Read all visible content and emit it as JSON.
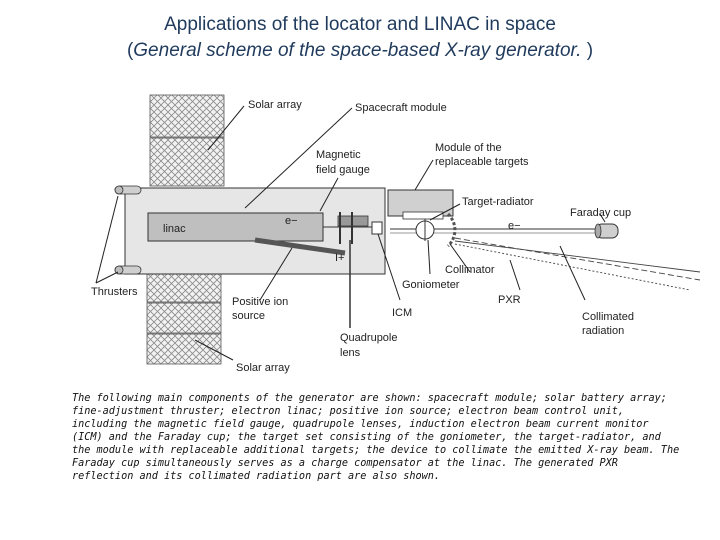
{
  "title": {
    "line1": "Applications of the locator and LINAC in space",
    "line2_open": "(",
    "line2_italic": "General scheme of the space-based X-ray generator.",
    "line2_close": " )"
  },
  "labels": {
    "solar_array_top": "Solar array",
    "spacecraft_module": "Spacecraft module",
    "magnetic_field_gauge_1": "Magnetic",
    "magnetic_field_gauge_2": "field gauge",
    "targets_module_1": "Module of the",
    "targets_module_2": "replaceable targets",
    "target_radiator": "Target-radiator",
    "faraday_cup": "Faraday cup",
    "linac": "linac",
    "electron_left": "e−",
    "electron_right": "e−",
    "ion": "I+",
    "collimator": "Collimator",
    "goniometer": "Goniometer",
    "thrusters": "Thrusters",
    "pxr": "PXR",
    "positive_ion_source_1": "Positive ion",
    "positive_ion_source_2": "source",
    "icm": "ICM",
    "collimated_radiation_1": "Collimated",
    "collimated_radiation_2": "radiation",
    "quadrupole_lens_1": "Quadrupole",
    "quadrupole_lens_2": "lens",
    "solar_array_bottom": "Solar array"
  },
  "caption": "The following main components of the generator are shown: spacecraft module; solar battery array; fine-adjustment thruster; electron linac; positive ion source; electron beam control unit, including the magnetic field gauge, quadrupole lenses, induction electron beam current monitor (ICM) and the Faraday cup; the target set consisting of the goniometer, the target-radiator, and the module with replaceable additional targets; the device to collimate the emitted X-ray beam. The Faraday cup simultaneously serves as a charge compensator at the linac. The generated PXR reflection and its collimated radiation part are also shown.",
  "colors": {
    "title": "#1f3a5c",
    "module_fill": "#e6e6e6",
    "linac_fill": "#bfbfbf",
    "panel_fill": "#ededed"
  }
}
